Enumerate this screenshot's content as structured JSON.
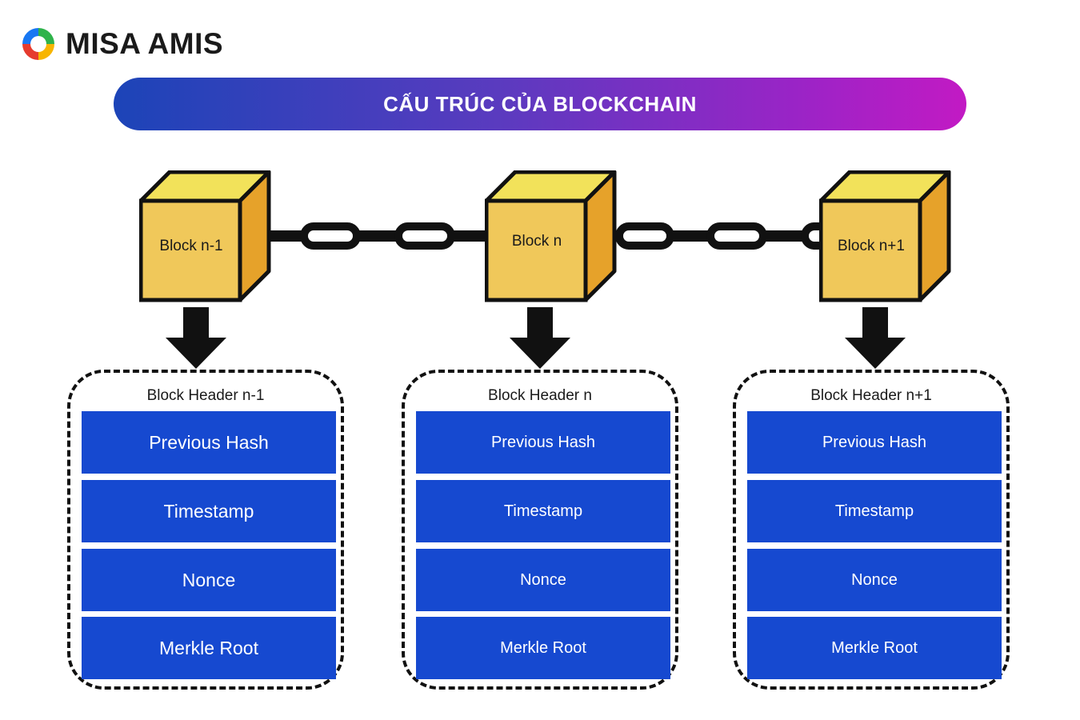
{
  "brand": {
    "logo_text": "MISA AMIS",
    "colors": [
      "#1877f2",
      "#e63b2e",
      "#f7b500",
      "#2fb34a"
    ]
  },
  "title": "CẤU TRÚC CỦA BLOCKCHAIN",
  "colors": {
    "title_gradient": [
      "#1c44b8",
      "#c21ac4"
    ],
    "cube_front": "#f0c85a",
    "cube_top": "#f2e25a",
    "cube_side": "#e6a22a",
    "field_bg": "#1649d0"
  },
  "blocks": [
    {
      "cube_label": "Block n-1",
      "header_title": "Block Header n-1",
      "fields": [
        "Previous Hash",
        "Timestamp",
        "Nonce",
        "Merkle Root"
      ]
    },
    {
      "cube_label": "Block n",
      "header_title": "Block Header n",
      "fields": [
        "Previous Hash",
        "Timestamp",
        "Nonce",
        "Merkle Root"
      ]
    },
    {
      "cube_label": "Block n+1",
      "header_title": "Block Header n+1",
      "fields": [
        "Previous Hash",
        "Timestamp",
        "Nonce",
        "Merkle Root"
      ]
    }
  ]
}
